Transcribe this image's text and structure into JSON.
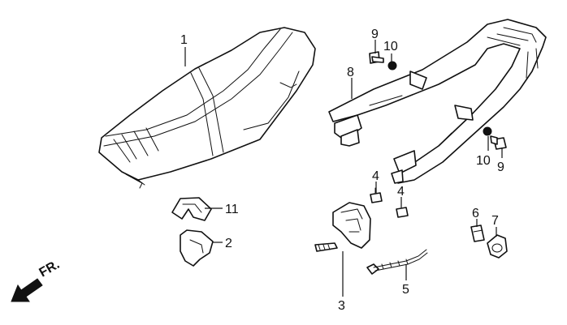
{
  "callouts": {
    "c1": "1",
    "c2": "2",
    "c3": "3",
    "c4a": "4",
    "c4b": "4",
    "c5": "5",
    "c6": "6",
    "c7": "7",
    "c8": "8",
    "c9a": "9",
    "c9b": "9",
    "c10a": "10",
    "c10b": "10",
    "c11": "11"
  },
  "direction": {
    "label": "FR.",
    "icon": "front-direction-arrow-icon"
  }
}
